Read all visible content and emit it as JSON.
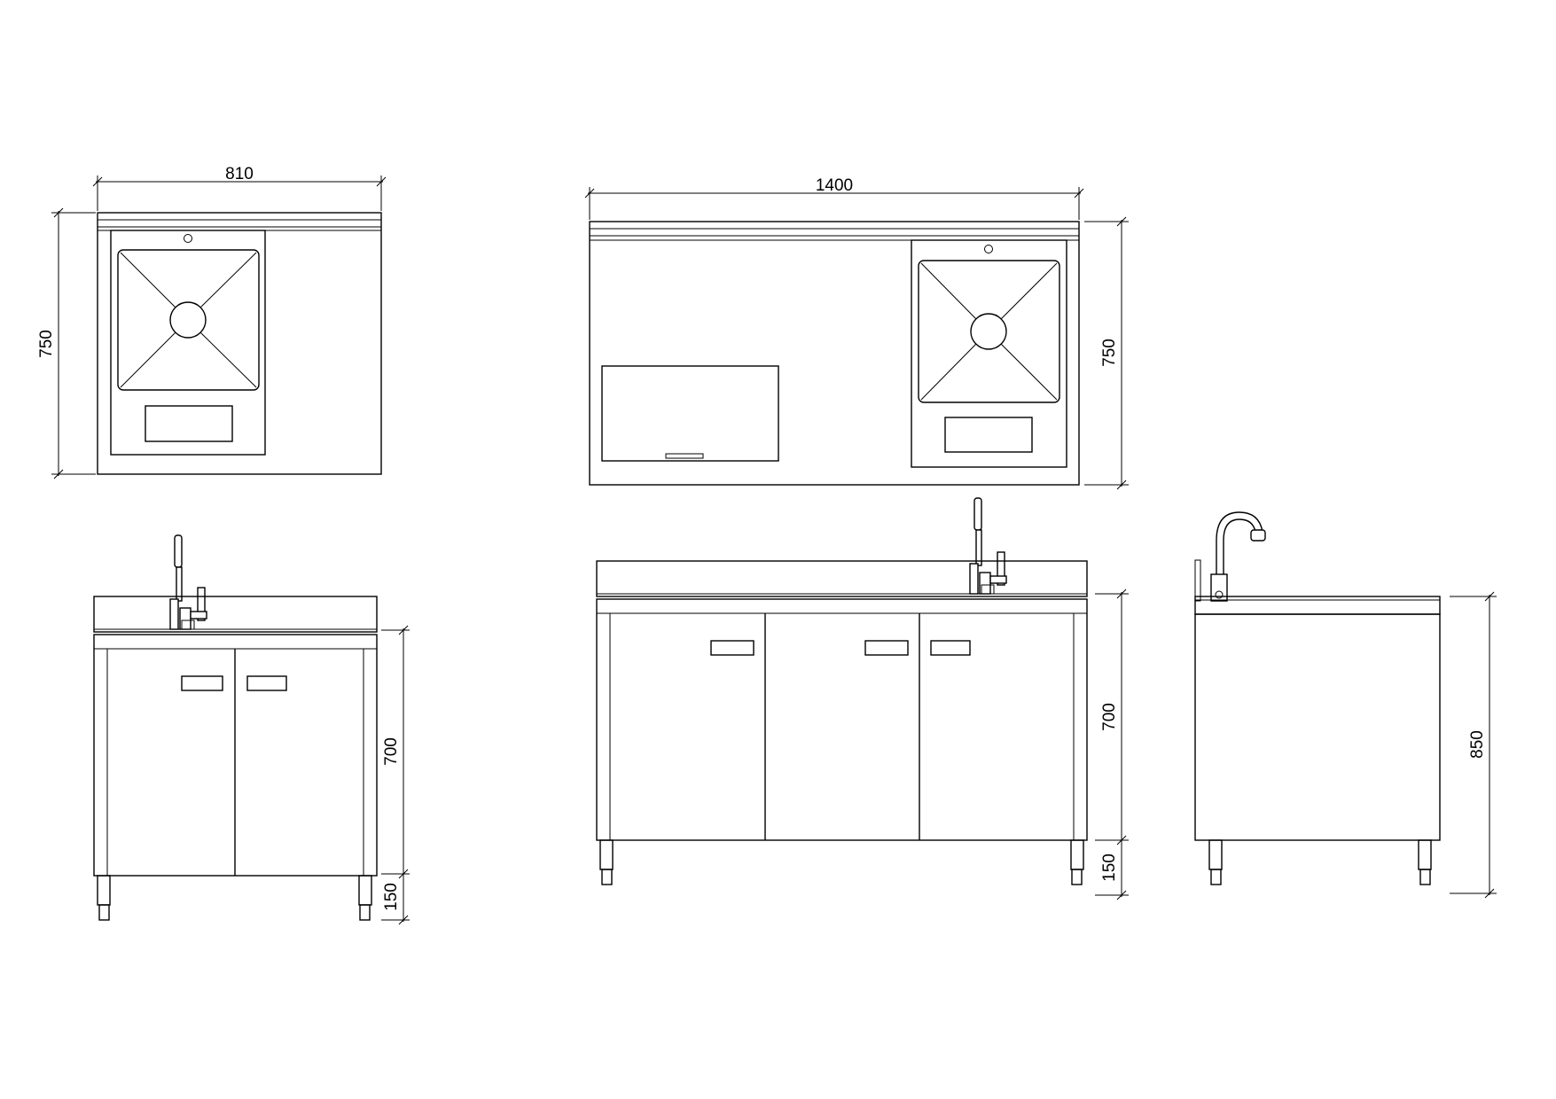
{
  "dimensions": {
    "small_plan_width": "810",
    "small_plan_depth": "750",
    "large_plan_width": "1400",
    "large_plan_depth": "750",
    "small_front_body_height": "700",
    "small_front_leg_height": "150",
    "large_front_body_height": "700",
    "large_front_leg_height": "150",
    "side_total_height": "850"
  },
  "colors": {
    "line": "#000000",
    "background": "#ffffff"
  }
}
